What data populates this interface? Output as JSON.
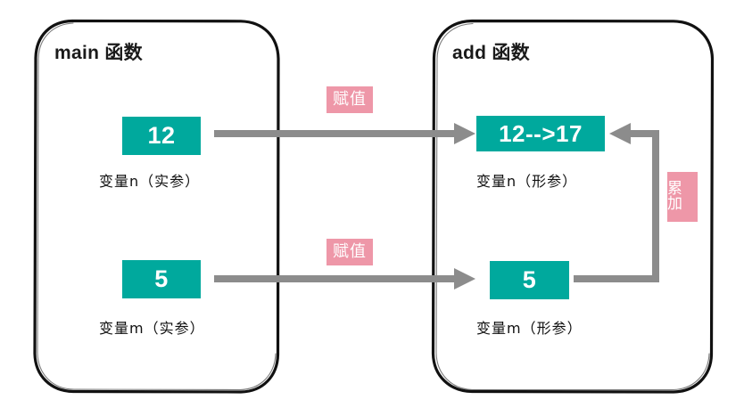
{
  "diagram": {
    "title_visible": false,
    "colors": {
      "value_box": "#00a99d",
      "tag": "#ee97a8",
      "arrow": "#8c8c8c",
      "panel_border": "#111111",
      "background": "#ffffff",
      "value_text": "#ffffff",
      "caption_text": "#111111"
    }
  },
  "panels": [
    {
      "id": "main",
      "title": "main 函数",
      "variables": [
        {
          "id": "main-n",
          "value": "12",
          "caption": "变量n（实参）"
        },
        {
          "id": "main-m",
          "value": "5",
          "caption": "变量m（实参）"
        }
      ]
    },
    {
      "id": "add",
      "title": "add 函数",
      "variables": [
        {
          "id": "add-n",
          "value": "12-->17",
          "caption": "变量n（形参）"
        },
        {
          "id": "add-m",
          "value": "5",
          "caption": "变量m（形参）"
        }
      ]
    }
  ],
  "tags": [
    {
      "id": "assign-top",
      "label": "赋值",
      "orientation": "horizontal"
    },
    {
      "id": "assign-bottom",
      "label": "赋值",
      "orientation": "horizontal"
    },
    {
      "id": "accumulate",
      "label": "累加",
      "orientation": "vertical"
    }
  ],
  "arrows": [
    {
      "id": "arrow-n",
      "from": "main-n",
      "to": "add-n",
      "shape": "straight-right",
      "label": "赋值"
    },
    {
      "id": "arrow-m",
      "from": "main-m",
      "to": "add-m",
      "shape": "straight-right",
      "label": "赋值"
    },
    {
      "id": "arrow-accumulate",
      "from": "add-m",
      "to": "add-n",
      "shape": "elbow-up-left",
      "label": "累加"
    }
  ]
}
